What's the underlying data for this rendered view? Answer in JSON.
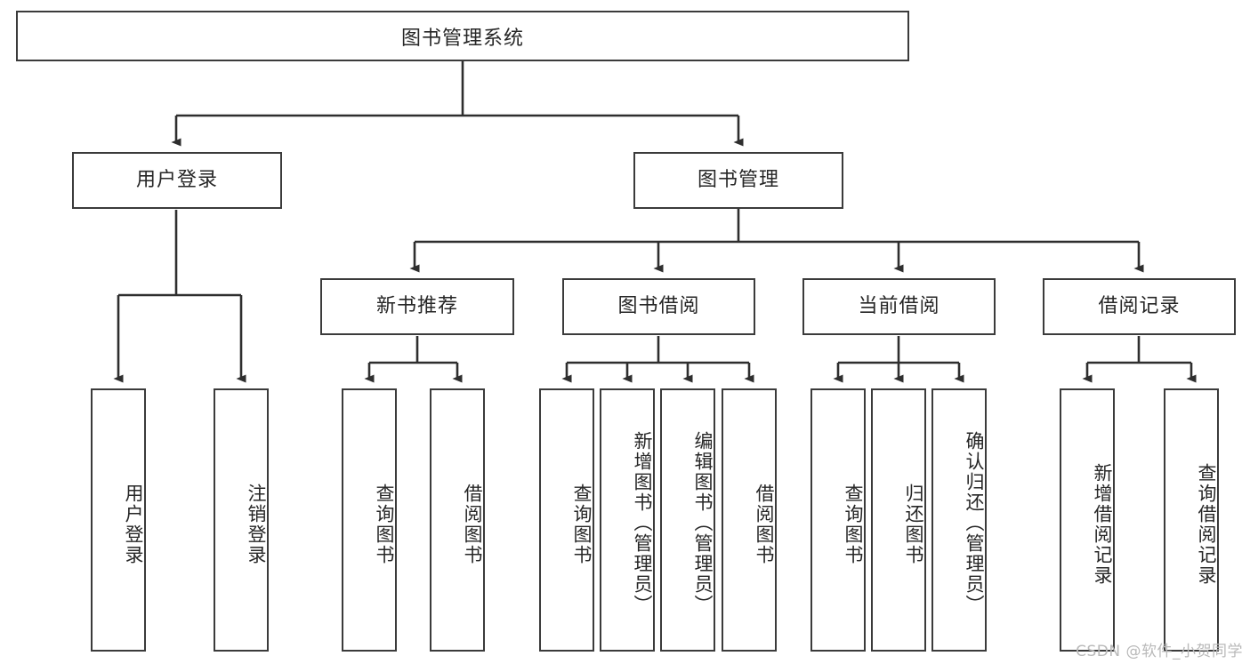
{
  "diagram": {
    "title": "图书管理系统",
    "type": "hierarchy-tree",
    "root": {
      "label": "图书管理系统"
    },
    "level1": [
      {
        "label": "用户登录"
      },
      {
        "label": "图书管理"
      }
    ],
    "level2": [
      {
        "label": "新书推荐"
      },
      {
        "label": "图书借阅"
      },
      {
        "label": "当前借阅"
      },
      {
        "label": "借阅记录"
      }
    ],
    "leaves": {
      "user_login": [
        {
          "label": "用户登录"
        },
        {
          "label": "注销登录"
        }
      ],
      "new_book_recommend": [
        {
          "label": "查询图书"
        },
        {
          "label": "借阅图书"
        }
      ],
      "book_borrow": [
        {
          "label": "查询图书"
        },
        {
          "label": "新增图书（管理员）"
        },
        {
          "label": "编辑图书（管理员）"
        },
        {
          "label": "借阅图书"
        }
      ],
      "current_borrow": [
        {
          "label": "查询图书"
        },
        {
          "label": "归还图书"
        },
        {
          "label": "确认归还（管理员）"
        }
      ],
      "borrow_record": [
        {
          "label": "新增借阅记录"
        },
        {
          "label": "查询借阅记录"
        }
      ]
    }
  },
  "watermark": {
    "text": "CSDN @软件_小贺同学"
  },
  "colors": {
    "stroke": "#3b3b3b",
    "text": "#262626",
    "background": "#ffffff",
    "watermark": "#b9b9b9"
  }
}
